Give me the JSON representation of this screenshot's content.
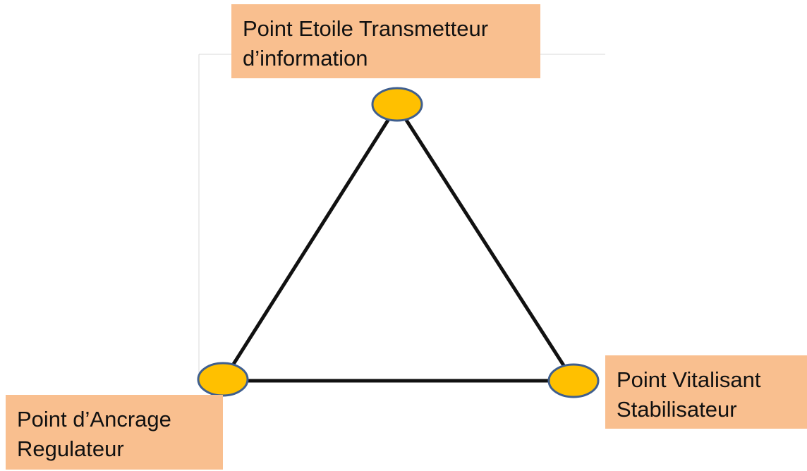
{
  "diagram": {
    "nodes": [
      {
        "id": "top",
        "lines": [
          "Point Etoile Transmetteur",
          "d’information"
        ]
      },
      {
        "id": "bottom-left",
        "lines": [
          "Point d’Ancrage",
          "Regulateur"
        ]
      },
      {
        "id": "bottom-right",
        "lines": [
          "Point Vitalisant",
          "Stabilisateur"
        ]
      }
    ],
    "edges": [
      [
        "top",
        "bottom-left"
      ],
      [
        "bottom-left",
        "bottom-right"
      ],
      [
        "bottom-right",
        "top"
      ]
    ],
    "colors": {
      "node_fill": "#ffc000",
      "node_stroke": "#3f5f8f",
      "edge": "#111111",
      "label_background": "#f9bf8f",
      "frame": "#d9d9d9"
    }
  }
}
